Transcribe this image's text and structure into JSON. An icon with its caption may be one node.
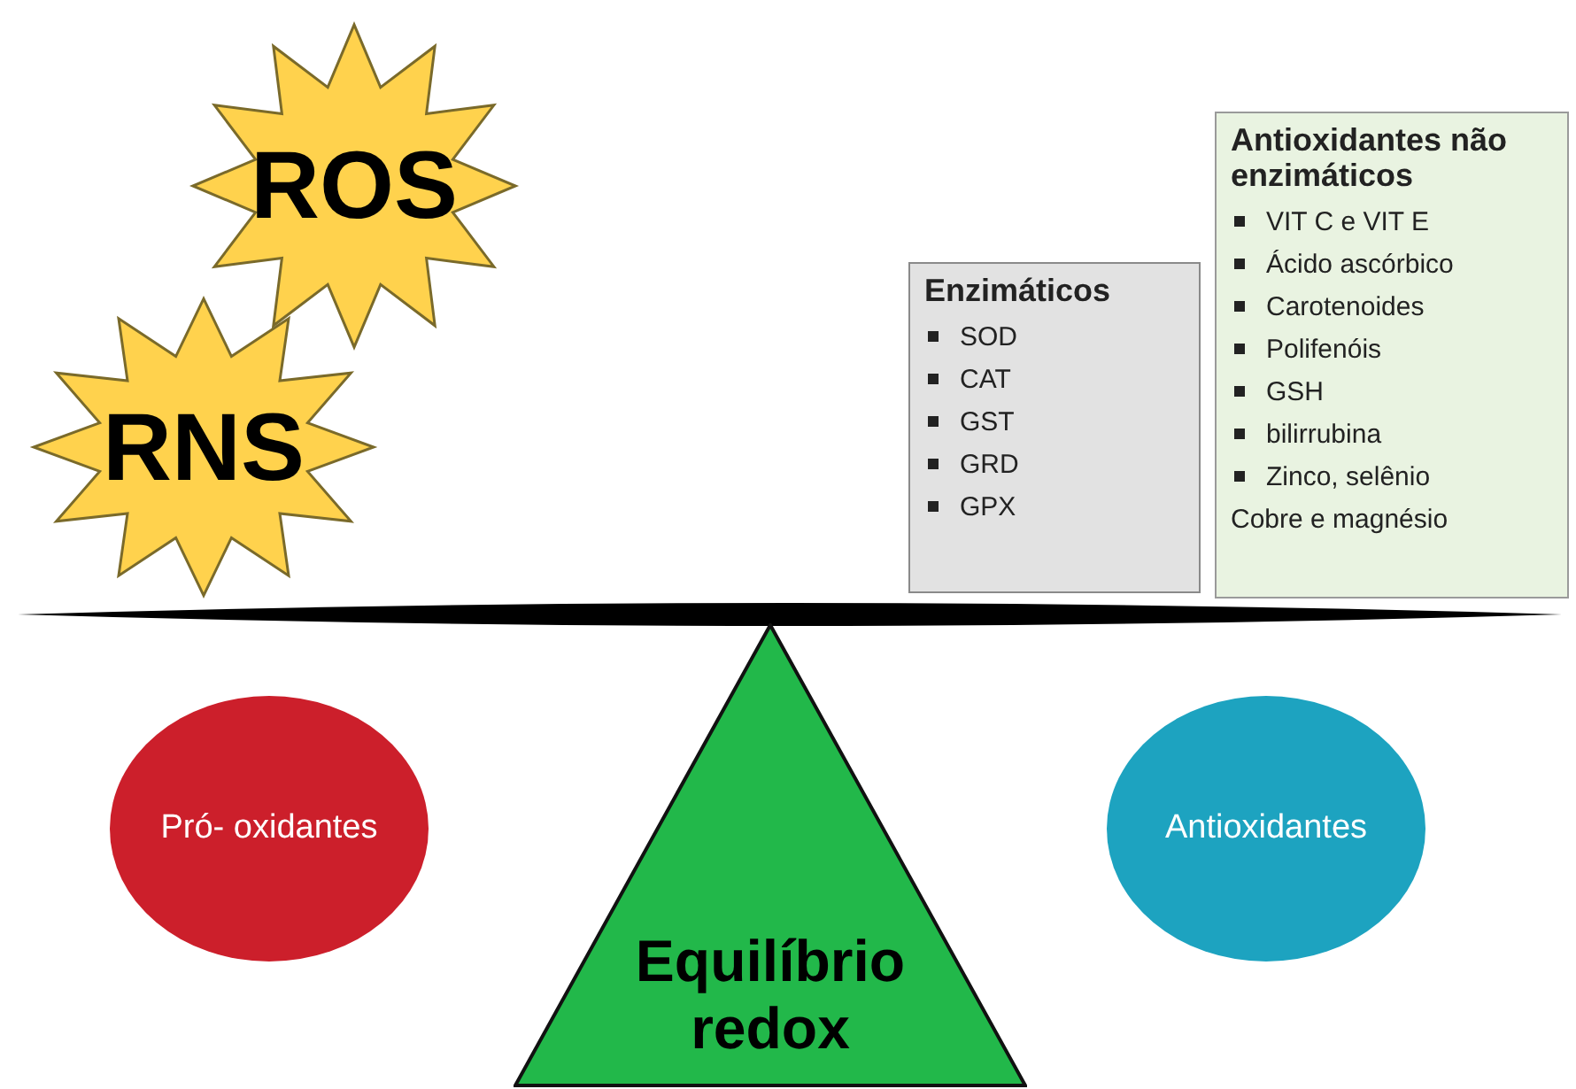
{
  "diagram": {
    "nodes": [
      {
        "text": [
          "ROS"
        ]
      },
      {
        "text": [
          "RNS"
        ]
      },
      {
        "text": [
          "Enzimáticos",
          "SOD",
          "CAT",
          "GST",
          "GRD",
          "GPX"
        ]
      },
      {
        "text": [
          "Antioxidantes não enzimáticos",
          "VIT C e VIT E",
          "Ácido ascórbico",
          "Carotenoides",
          "Polifenóis",
          "GSH",
          "bilirrubina",
          "Zinco, selênio",
          "Cobre e magnésio"
        ]
      },
      {
        "text": [
          "Pró- oxidantes"
        ]
      },
      {
        "text": [
          "Antioxidantes"
        ]
      },
      {
        "text": [
          "Equilíbrio redox"
        ]
      }
    ],
    "edges": []
  }
}
